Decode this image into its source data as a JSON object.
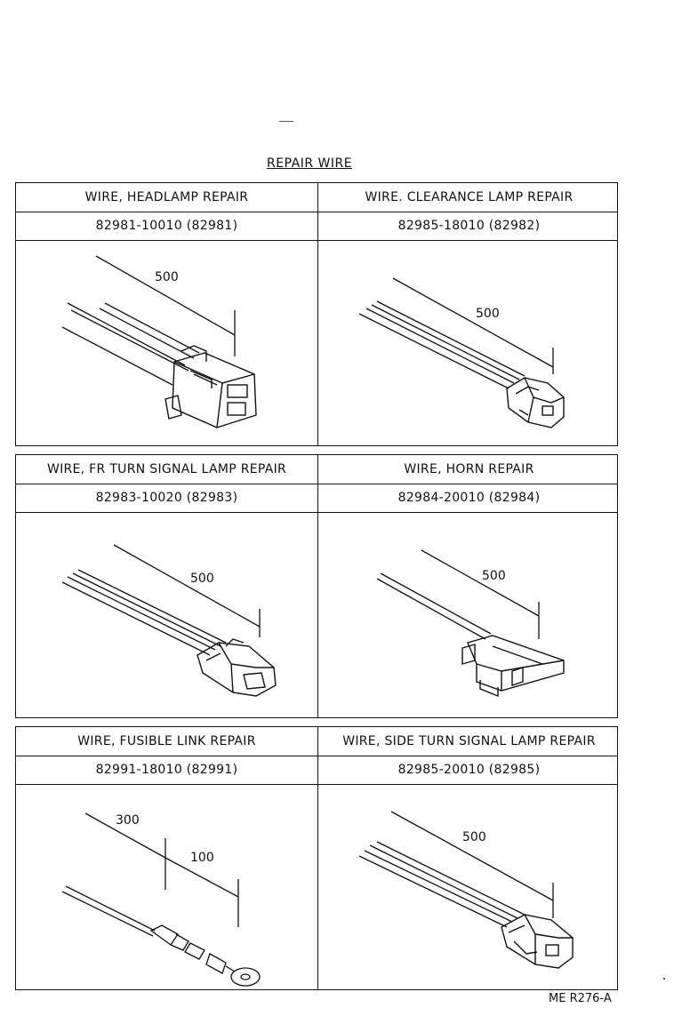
{
  "title": "REPAIR WIRE",
  "reference": "ME R276-A",
  "panels": [
    {
      "name": "WIRE, HEADLAMP REPAIR",
      "part": "82981-10010 (82981)",
      "dimensions": [
        "500"
      ]
    },
    {
      "name": "WIRE. CLEARANCE LAMP REPAIR",
      "part": "82985-18010 (82982)",
      "dimensions": [
        "500"
      ]
    },
    {
      "name": "WIRE, FR TURN SIGNAL LAMP REPAIR",
      "part": "82983-10020 (82983)",
      "dimensions": [
        "500"
      ]
    },
    {
      "name": "WIRE, HORN REPAIR",
      "part": "82984-20010 (82984)",
      "dimensions": [
        "500"
      ]
    },
    {
      "name": "WIRE, FUSIBLE LINK REPAIR",
      "part": "82991-18010 (82991)",
      "dimensions": [
        "300",
        "100"
      ]
    },
    {
      "name": "WIRE, SIDE TURN SIGNAL LAMP REPAIR",
      "part": "82985-20010 (82985)",
      "dimensions": [
        "500"
      ]
    }
  ]
}
